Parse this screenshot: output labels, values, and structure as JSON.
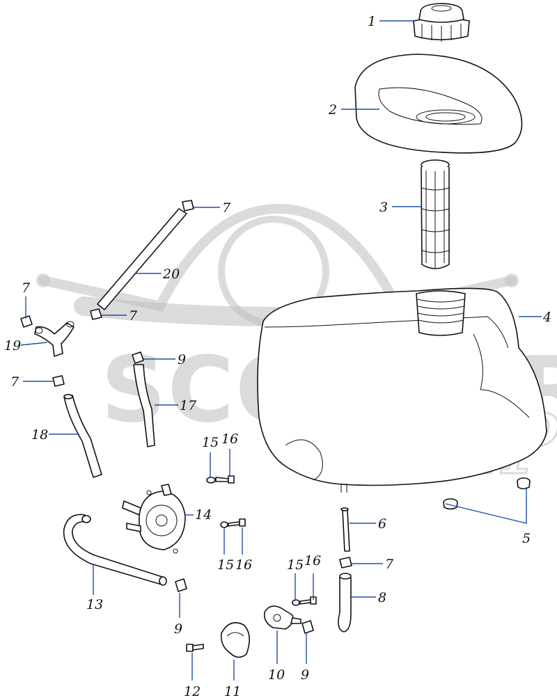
{
  "watermark": {
    "brand": "SCOOTER",
    "sub": "ZIP"
  },
  "callouts": [
    "1",
    "2",
    "3",
    "4",
    "5",
    "6",
    "7",
    "8",
    "9",
    "10",
    "11",
    "12",
    "13",
    "14",
    "15",
    "16",
    "17",
    "18",
    "19",
    "20"
  ]
}
